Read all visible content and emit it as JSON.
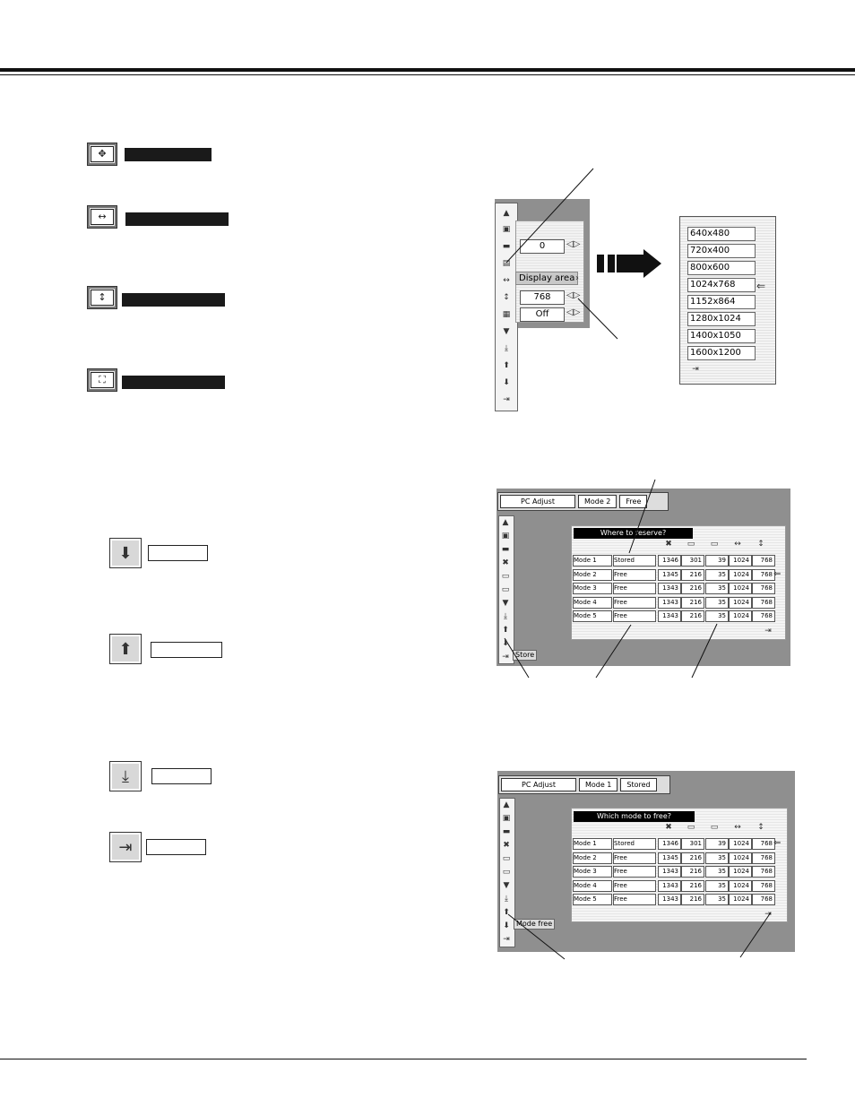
{
  "screen1": {
    "values": {
      "first": "0",
      "second": "768",
      "third": "Off"
    },
    "display_area_label": "Display area",
    "resolutions": [
      "640x480",
      "720x400",
      "800x600",
      "1024x768",
      "1152x864",
      "1280x1024",
      "1400x1050",
      "1600x1200"
    ]
  },
  "screen2": {
    "header": {
      "title": "PC Adjust",
      "mode": "Mode 2",
      "status": "Free"
    },
    "prompt": "Where to reserve?",
    "callout": "Store",
    "rows": [
      {
        "mode": "Mode 1",
        "state": "Stored",
        "v1": "1346",
        "v2": "301",
        "v3": "39",
        "v4": "1024",
        "v5": "768"
      },
      {
        "mode": "Mode 2",
        "state": "Free",
        "v1": "1345",
        "v2": "216",
        "v3": "35",
        "v4": "1024",
        "v5": "768"
      },
      {
        "mode": "Mode 3",
        "state": "Free",
        "v1": "1343",
        "v2": "216",
        "v3": "35",
        "v4": "1024",
        "v5": "768"
      },
      {
        "mode": "Mode 4",
        "state": "Free",
        "v1": "1343",
        "v2": "216",
        "v3": "35",
        "v4": "1024",
        "v5": "768"
      },
      {
        "mode": "Mode 5",
        "state": "Free",
        "v1": "1343",
        "v2": "216",
        "v3": "35",
        "v4": "1024",
        "v5": "768"
      }
    ]
  },
  "screen3": {
    "header": {
      "title": "PC Adjust",
      "mode": "Mode 1",
      "status": "Stored"
    },
    "prompt": "Which mode to free?",
    "callout": "Mode free",
    "rows": [
      {
        "mode": "Mode 1",
        "state": "Stored",
        "v1": "1346",
        "v2": "301",
        "v3": "39",
        "v4": "1024",
        "v5": "768"
      },
      {
        "mode": "Mode 2",
        "state": "Free",
        "v1": "1345",
        "v2": "216",
        "v3": "35",
        "v4": "1024",
        "v5": "768"
      },
      {
        "mode": "Mode 3",
        "state": "Free",
        "v1": "1343",
        "v2": "216",
        "v3": "35",
        "v4": "1024",
        "v5": "768"
      },
      {
        "mode": "Mode 4",
        "state": "Free",
        "v1": "1343",
        "v2": "216",
        "v3": "35",
        "v4": "1024",
        "v5": "768"
      },
      {
        "mode": "Mode 5",
        "state": "Free",
        "v1": "1343",
        "v2": "216",
        "v3": "35",
        "v4": "1024",
        "v5": "768"
      }
    ]
  }
}
